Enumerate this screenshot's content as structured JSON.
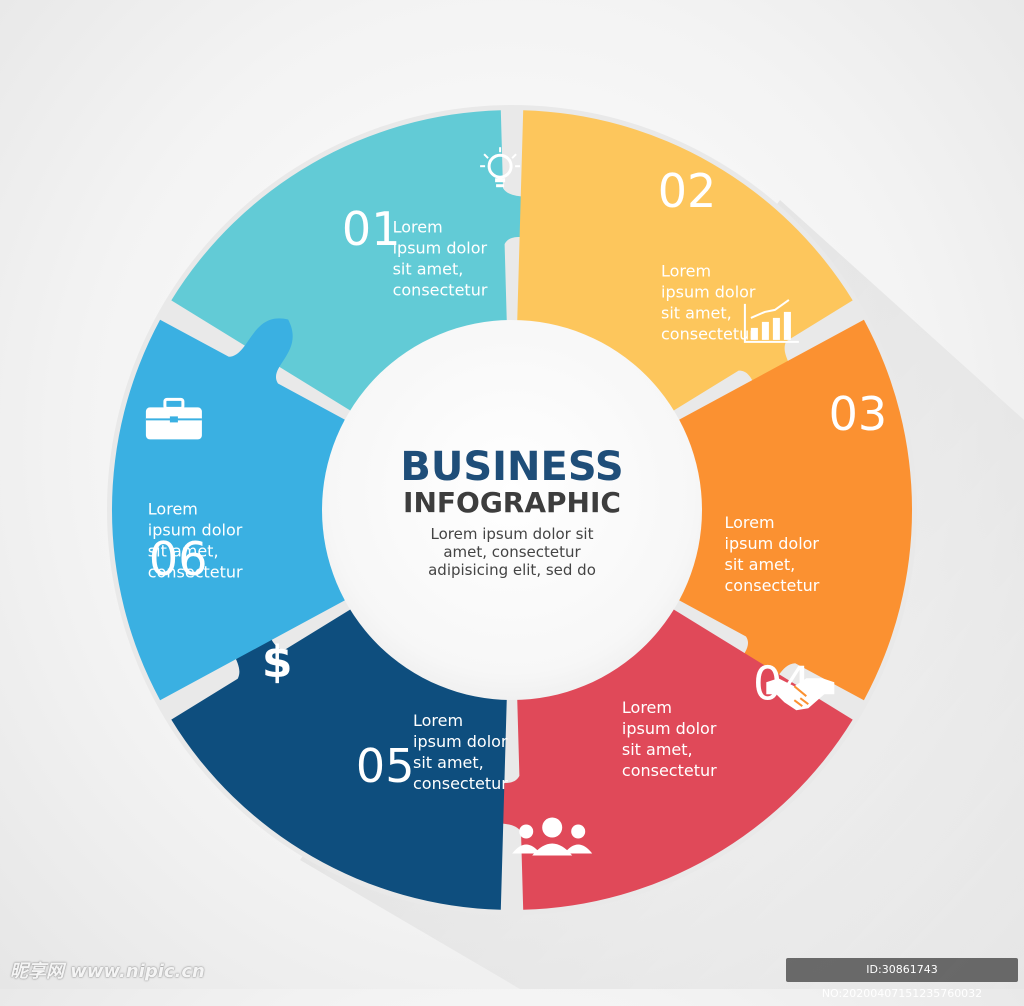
{
  "center": {
    "title": "BUSINESS",
    "subtitle": "INFOGRAPHIC",
    "desc": [
      "Lorem ipsum dolor sit",
      "amet, consectetur",
      "adipisicing elit, sed do"
    ]
  },
  "segments": [
    {
      "number": "01",
      "color": "#62cbd6",
      "icon": "lightbulb-icon",
      "lines": [
        "Lorem",
        "ipsum dolor",
        "sit amet,",
        "consectetur"
      ]
    },
    {
      "number": "02",
      "color": "#fdc65c",
      "icon": "bar-chart-icon",
      "lines": [
        "Lorem",
        "ipsum dolor",
        "sit amet,",
        "consectetur"
      ]
    },
    {
      "number": "03",
      "color": "#fb9131",
      "icon": "handshake-icon",
      "lines": [
        "Lorem",
        "ipsum dolor",
        "sit amet,",
        "consectetur"
      ]
    },
    {
      "number": "04",
      "color": "#e04959",
      "icon": "people-icon",
      "lines": [
        "Lorem",
        "ipsum dolor",
        "sit amet,",
        "consectetur"
      ]
    },
    {
      "number": "05",
      "color": "#0e4e7e",
      "icon": "dollar-icon",
      "lines": [
        "Lorem",
        "ipsum dolor",
        "sit amet,",
        "consectetur"
      ]
    },
    {
      "number": "06",
      "color": "#3ab0e2",
      "icon": "briefcase-icon",
      "lines": [
        "Lorem",
        "ipsum dolor",
        "sit amet,",
        "consectetur"
      ]
    }
  ],
  "watermark": {
    "left": "昵享网 www.nipic.cn",
    "right": "ID:30861743 NO:20200407151235760032"
  }
}
